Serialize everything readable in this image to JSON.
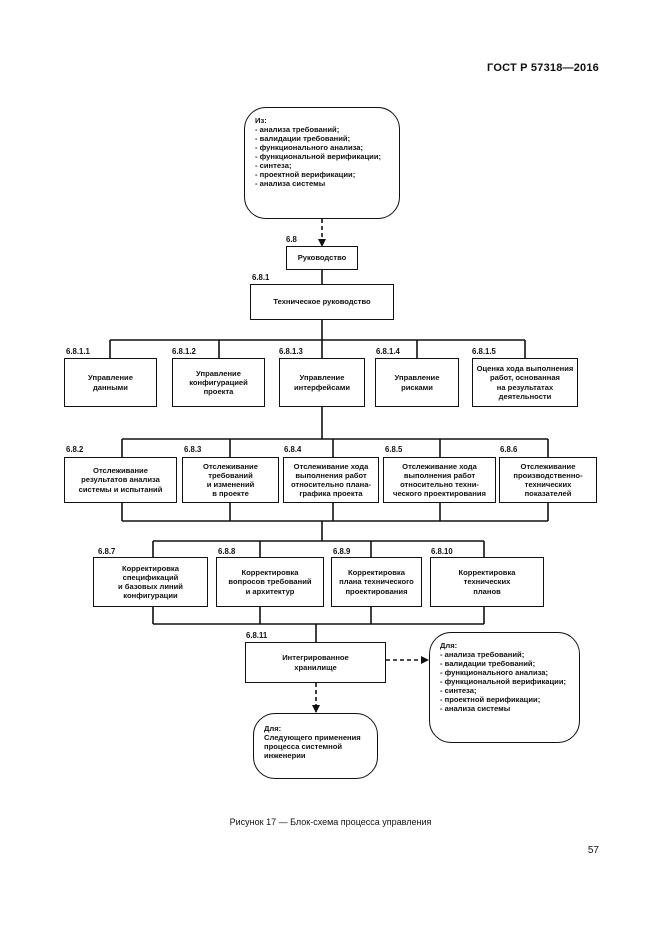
{
  "header": {
    "standard": "ГОСТ Р 57318—2016"
  },
  "from_box": {
    "title": "Из:",
    "items": [
      "- анализа требований;",
      "- валидации требований;",
      "- функционального анализа;",
      "- функциональной верификации;",
      "- синтеза;",
      "- проектной верификации;",
      "- анализа системы"
    ]
  },
  "nodes": {
    "n6_8": {
      "num": "6.8",
      "label": "Руководство"
    },
    "n6_8_1": {
      "num": "6.8.1",
      "label": "Техническое руководство"
    },
    "row1": [
      {
        "num": "6.8.1.1",
        "label": "Управление\nданными"
      },
      {
        "num": "6.8.1.2",
        "label": "Управление\nконфигурацией\nпроекта"
      },
      {
        "num": "6.8.1.3",
        "label": "Управление\nинтерфейсами"
      },
      {
        "num": "6.8.1.4",
        "label": "Управление\nрисками"
      },
      {
        "num": "6.8.1.5",
        "label": "Оценка хода выполнения\nработ, основанная\nна результатах\nдеятельности"
      }
    ],
    "row2": [
      {
        "num": "6.8.2",
        "label": "Отслеживание\nрезультатов анализа\nсистемы и испытаний"
      },
      {
        "num": "6.8.3",
        "label": "Отслеживание\nтребований\nи изменений\nв проекте"
      },
      {
        "num": "6.8.4",
        "label": "Отслеживание хода\nвыполнения работ\nотносительно плана-\nграфика проекта"
      },
      {
        "num": "6.8.5",
        "label": "Отслеживание хода\nвыполнения работ\nотносительно техни-\nческого проектирования"
      },
      {
        "num": "6.8.6",
        "label": "Отслеживание\nпроизводственно-\nтехнических\nпоказателей"
      }
    ],
    "row3": [
      {
        "num": "6.8.7",
        "label": "Корректировка\nспецификаций\nи базовых линий\nконфигурации"
      },
      {
        "num": "6.8.8",
        "label": "Корректировка\nвопросов требований\nи архитектур"
      },
      {
        "num": "6.8.9",
        "label": "Корректировка\nплана технического\nпроектирования"
      },
      {
        "num": "6.8.10",
        "label": "Корректировка\nтехнических\nпланов"
      }
    ],
    "n6_8_11": {
      "num": "6.8.11",
      "label": "Интегрированное\nхранилище"
    }
  },
  "to_box": {
    "title": "Для:",
    "items": [
      "- анализа требований;",
      "- валидации требований;",
      "- функционального анализа;",
      "- функциональной верификации;",
      "- синтеза;",
      "- проектной верификации;",
      "- анализа системы"
    ]
  },
  "next_box": {
    "title": "Для:",
    "lines": [
      "Следующего применения",
      "процесса системной",
      "инженерии"
    ]
  },
  "caption": "Рисунок 17 — Блок-схема процесса управления",
  "page_number": "57"
}
